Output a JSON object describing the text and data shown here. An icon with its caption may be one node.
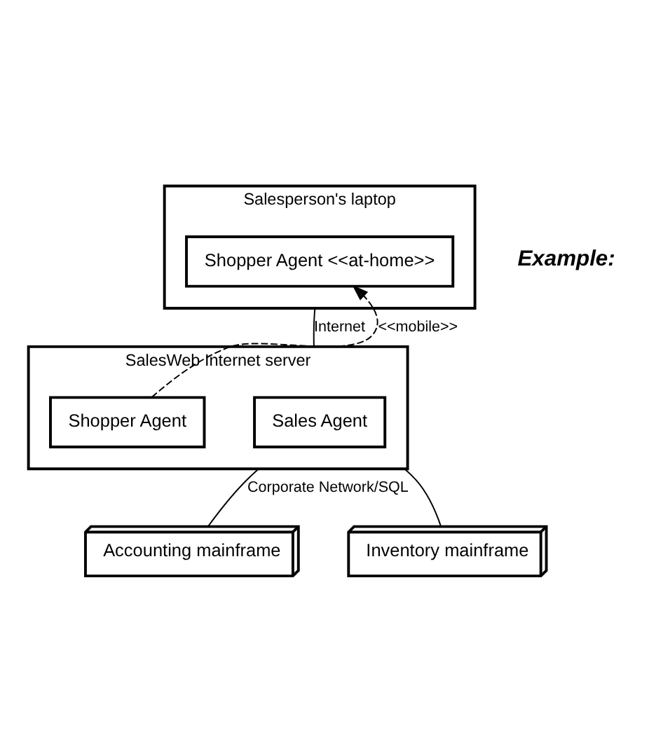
{
  "diagram": {
    "nodes": [
      {
        "text": [
          "Salesperson's laptop"
        ]
      },
      {
        "text": [
          "Shopper Agent <<at-home>>"
        ],
        "in": 0
      },
      {
        "text": [
          "SalesWeb Internet server"
        ]
      },
      {
        "text": [
          "Sales Agent"
        ],
        "in": 2
      },
      {
        "text": [
          "Shopper Agent"
        ],
        "in": 2
      },
      {
        "text": [
          "Accounting mainframe"
        ]
      },
      {
        "text": [
          "Inventory mainframe"
        ]
      }
    ],
    "edges": [
      {
        "from": 0,
        "to": 2,
        "arrow": "none",
        "label": "Internet"
      },
      {
        "from": 4,
        "to": 1,
        "arrow": "to",
        "label": "<<mobile>>",
        "style": "dashed"
      },
      {
        "from": 2,
        "to": 5,
        "arrow": "none",
        "label": "Corporate Network/SQL"
      },
      {
        "from": 2,
        "to": 6,
        "arrow": "none"
      }
    ],
    "labels": [
      "Example:"
    ]
  }
}
